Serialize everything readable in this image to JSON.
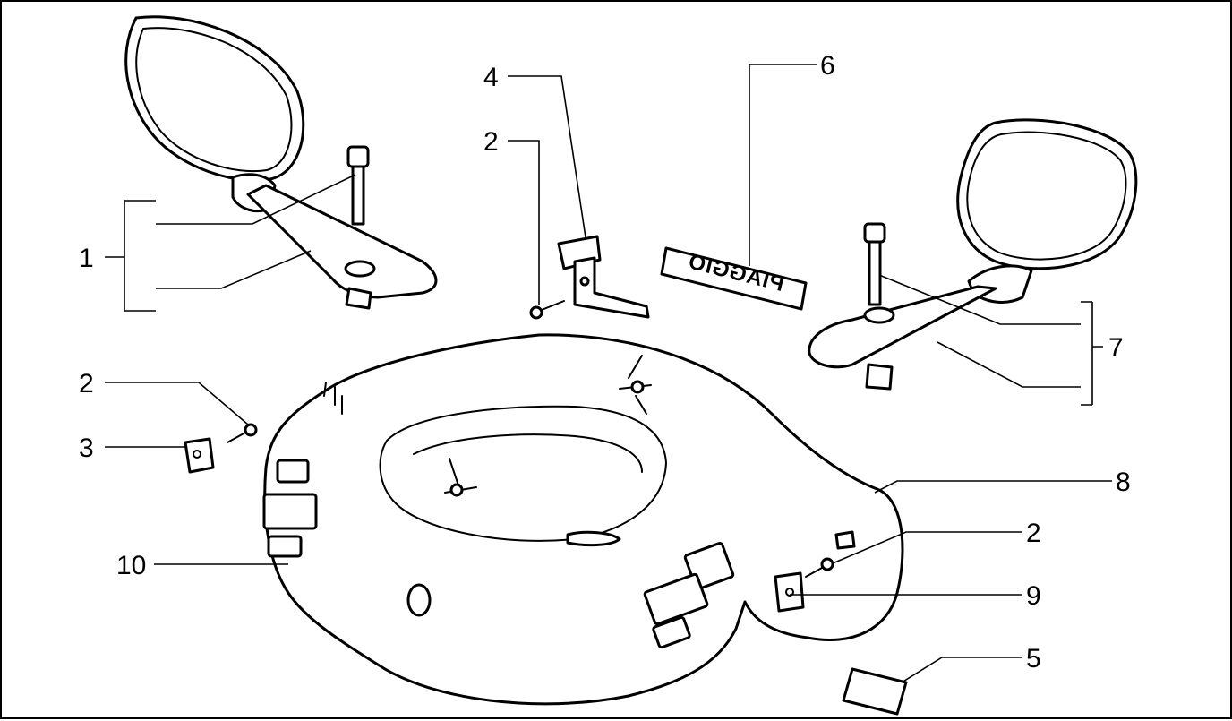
{
  "callouts": [
    {
      "id": "c1",
      "label": "1"
    },
    {
      "id": "c2a",
      "label": "2"
    },
    {
      "id": "c2b",
      "label": "2"
    },
    {
      "id": "c2c",
      "label": "2"
    },
    {
      "id": "c3",
      "label": "3"
    },
    {
      "id": "c4",
      "label": "4"
    },
    {
      "id": "c5",
      "label": "5"
    },
    {
      "id": "c6",
      "label": "6"
    },
    {
      "id": "c7",
      "label": "7"
    },
    {
      "id": "c8",
      "label": "8"
    },
    {
      "id": "c9",
      "label": "9"
    },
    {
      "id": "c10",
      "label": "10"
    }
  ],
  "emblem": {
    "text": "PIAGGIO"
  }
}
